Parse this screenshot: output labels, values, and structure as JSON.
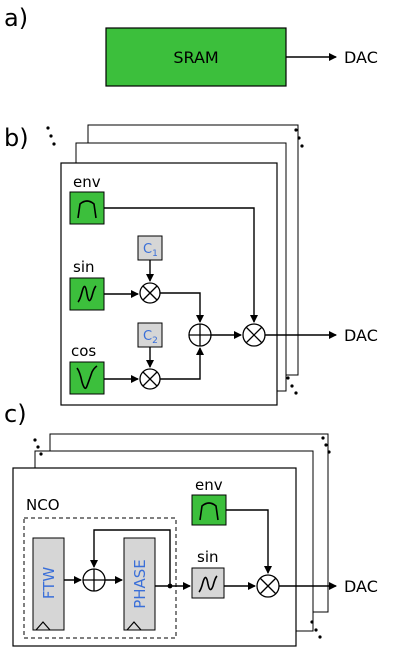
{
  "panel_a": {
    "label": "a)",
    "sram": "SRAM",
    "output": "DAC"
  },
  "panel_b": {
    "label": "b)",
    "env": "env",
    "sin": "sin",
    "cos": "cos",
    "c1_base": "C",
    "c1_sub": "1",
    "c2_base": "C",
    "c2_sub": "2",
    "output": "DAC"
  },
  "panel_c": {
    "label": "c)",
    "nco": "NCO",
    "ftw": "FTW",
    "phase": "PHASE",
    "sin": "sin",
    "env": "env",
    "output": "DAC"
  },
  "colors": {
    "green": "#3cbf3c",
    "gray": "#d6d6d6",
    "blue_text": "#3a6fd8"
  }
}
